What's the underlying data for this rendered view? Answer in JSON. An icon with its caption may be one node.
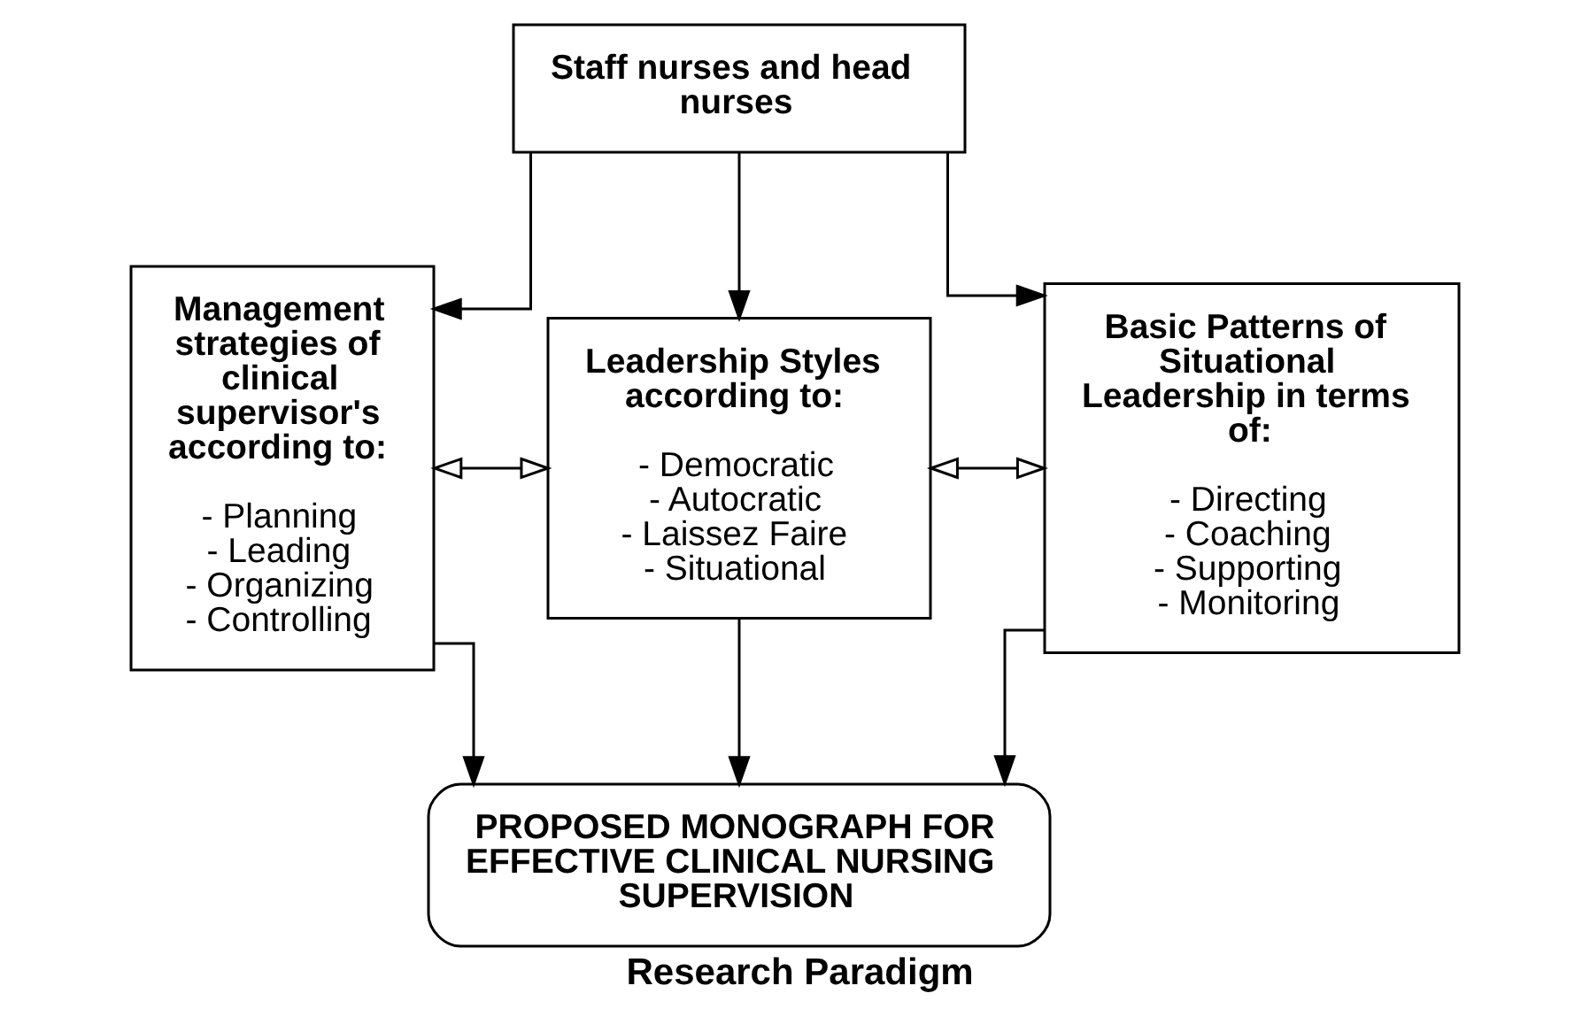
{
  "diagram": {
    "caption": "Research Paradigm",
    "nodes": [
      {
        "text": [
          "Staff nurses and head nurses"
        ]
      },
      {
        "text": [
          "Management strategies of clinical supervisor's according to:",
          "- Planning",
          "- Leading",
          "- Organizing",
          "- Controlling"
        ]
      },
      {
        "text": [
          "Leadership Styles according to:",
          "- Democratic",
          "- Autocratic",
          "- Laissez Faire",
          "- Situational"
        ]
      },
      {
        "text": [
          "Basic Patterns of Situational Leadership in terms of:",
          "- Directing",
          "- Coaching",
          "- Supporting",
          "- Monitoring"
        ]
      },
      {
        "text": [
          "PROPOSED MONOGRAPH FOR EFFECTIVE CLINICAL NURSING SUPERVISION"
        ]
      }
    ],
    "edges": [
      {
        "from": 0,
        "to": 1,
        "arrow": "to"
      },
      {
        "from": 0,
        "to": 2,
        "arrow": "to"
      },
      {
        "from": 0,
        "to": 3,
        "arrow": "to"
      },
      {
        "from": 1,
        "to": 2,
        "arrow": "both"
      },
      {
        "from": 2,
        "to": 3,
        "arrow": "both"
      },
      {
        "from": 1,
        "to": 4,
        "arrow": "to"
      },
      {
        "from": 2,
        "to": 4,
        "arrow": "to"
      },
      {
        "from": 3,
        "to": 4,
        "arrow": "to"
      }
    ]
  }
}
